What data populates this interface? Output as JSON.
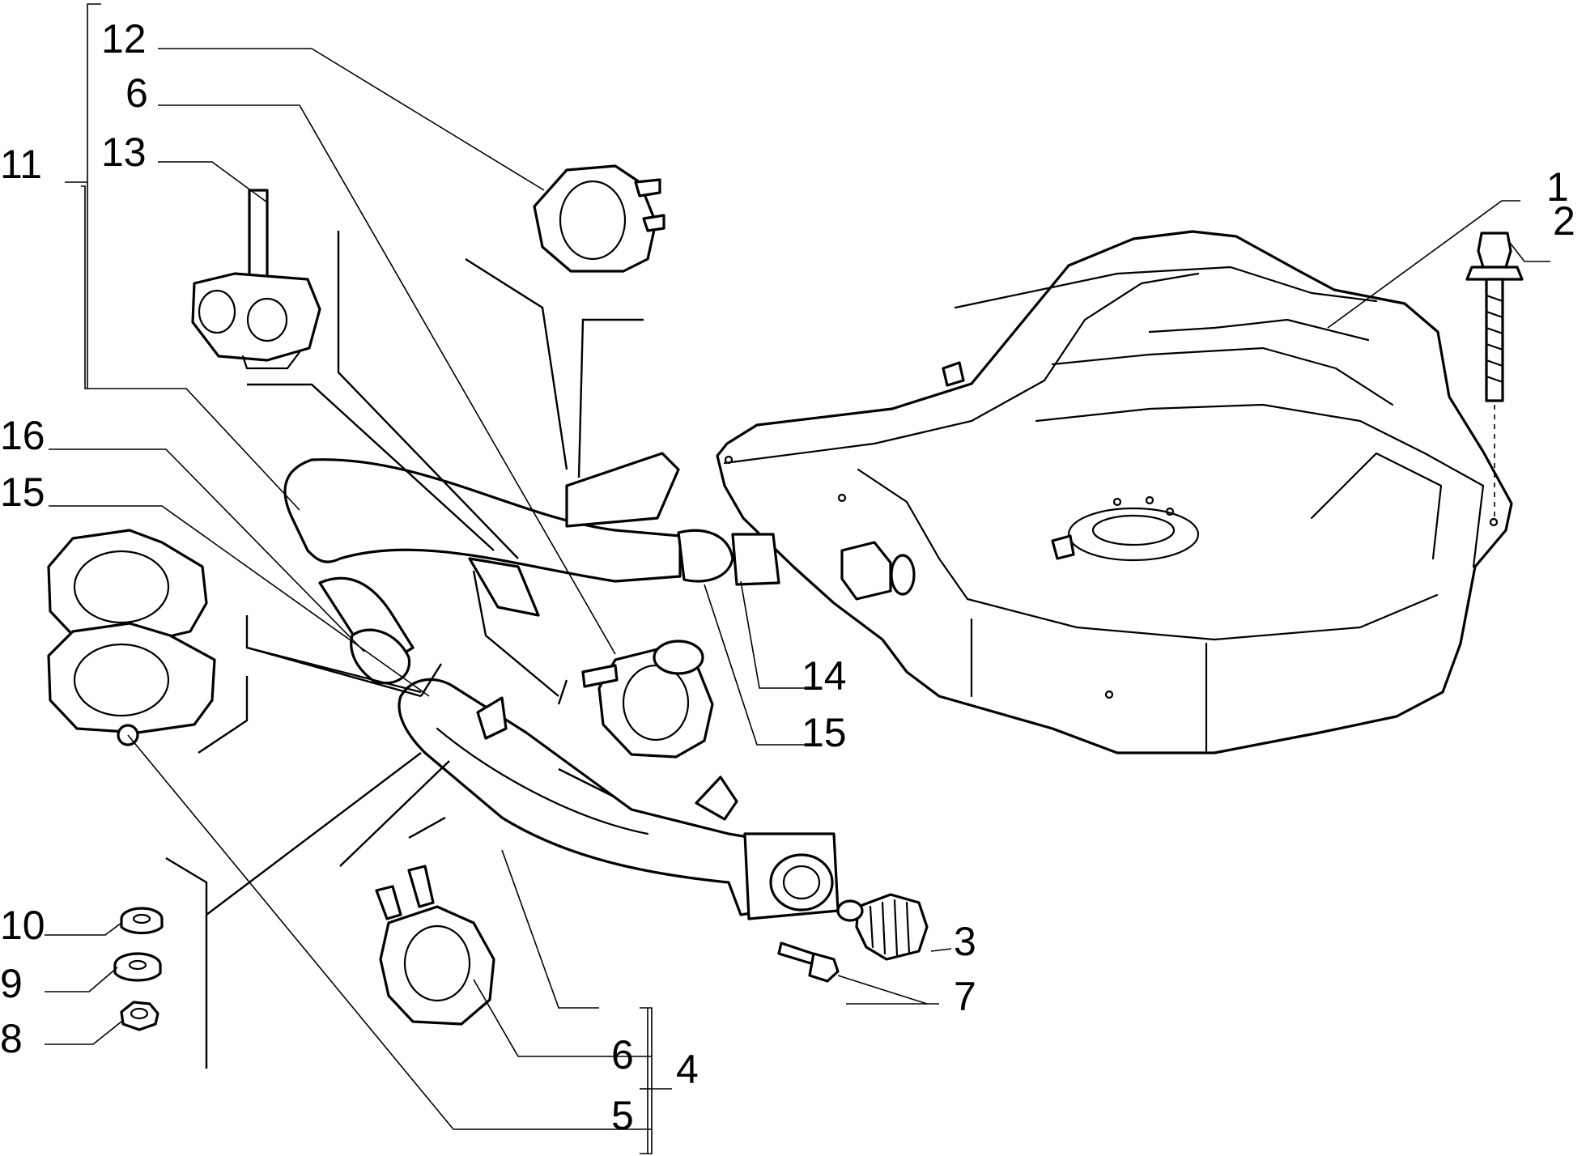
{
  "callouts": [
    {
      "id": "c1",
      "label": "1"
    },
    {
      "id": "c2",
      "label": "2"
    },
    {
      "id": "c3",
      "label": "3"
    },
    {
      "id": "c4",
      "label": "4"
    },
    {
      "id": "c5",
      "label": "5"
    },
    {
      "id": "c6a",
      "label": "6"
    },
    {
      "id": "c6b",
      "label": "6"
    },
    {
      "id": "c7",
      "label": "7"
    },
    {
      "id": "c8",
      "label": "8"
    },
    {
      "id": "c9",
      "label": "9"
    },
    {
      "id": "c10",
      "label": "10"
    },
    {
      "id": "c11",
      "label": "11"
    },
    {
      "id": "c12",
      "label": "12"
    },
    {
      "id": "c13",
      "label": "13"
    },
    {
      "id": "c14",
      "label": "14"
    },
    {
      "id": "c15a",
      "label": "15"
    },
    {
      "id": "c15b",
      "label": "15"
    },
    {
      "id": "c16",
      "label": "16"
    }
  ]
}
